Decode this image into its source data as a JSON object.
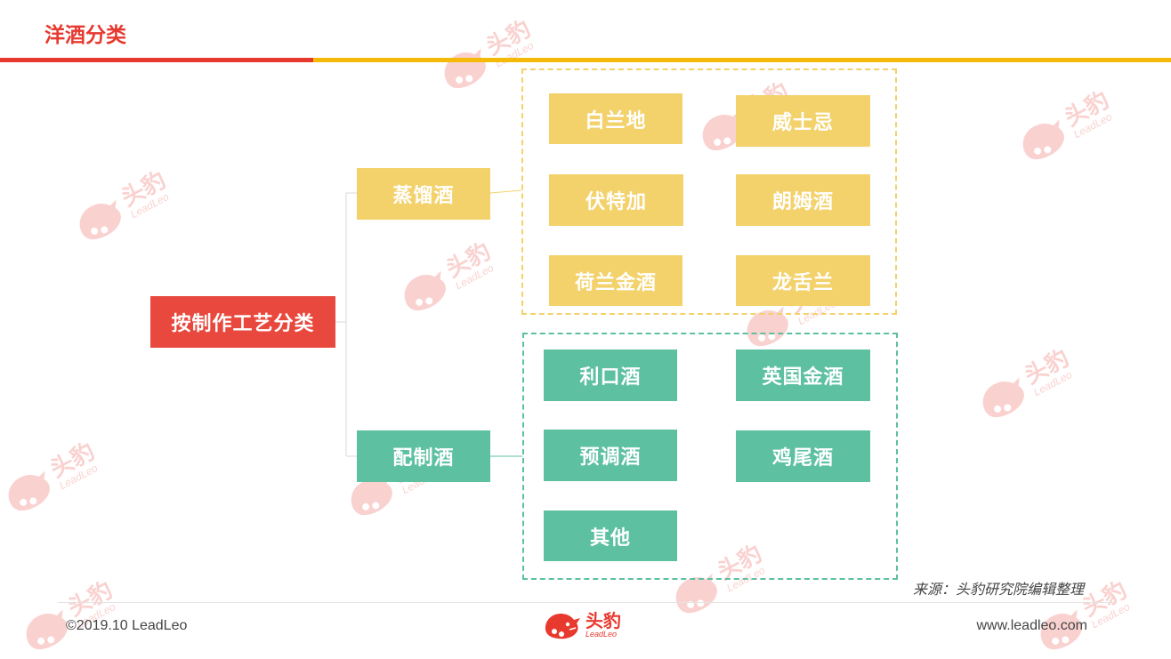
{
  "header": {
    "title": "洋酒分类",
    "accent_red": "#e8392f",
    "accent_yellow": "#f5b90a"
  },
  "diagram": {
    "root": "按制作工艺分类",
    "branches": [
      {
        "label": "蒸馏酒",
        "color": "#f3d26c",
        "items": [
          "白兰地",
          "威士忌",
          "伏特加",
          "朗姆酒",
          "荷兰金酒",
          "龙舌兰"
        ]
      },
      {
        "label": "配制酒",
        "color": "#5cc0a1",
        "items": [
          "利口酒",
          "英国金酒",
          "预调酒",
          "鸡尾酒",
          "其他"
        ]
      }
    ]
  },
  "source": "来源：头豹研究院编辑整理",
  "footer": {
    "copyright": "©2019.10 LeadLeo",
    "logo_cn": "头豹",
    "logo_en": "LeadLeo",
    "website": "www.leadleo.com"
  },
  "watermark": {
    "cn": "头豹",
    "en": "LeadLeo",
    "icon": "leopard-head-icon"
  }
}
